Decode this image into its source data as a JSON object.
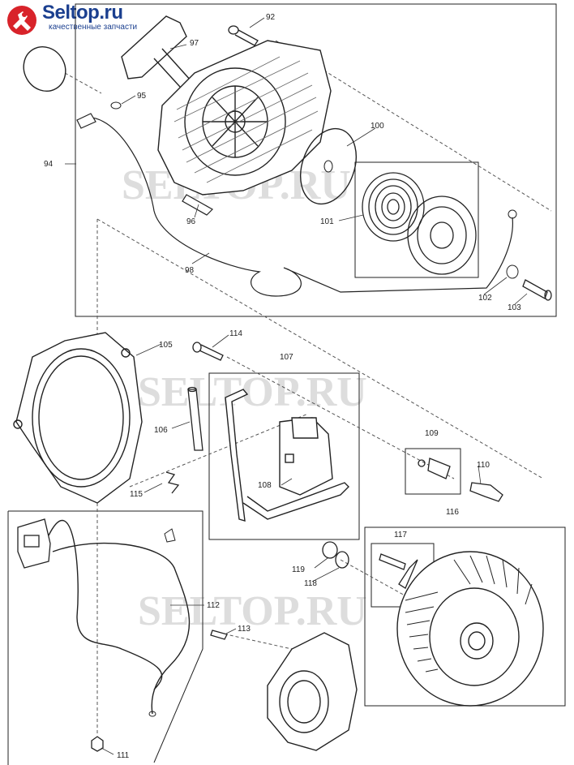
{
  "logo": {
    "name": "Seltop.ru",
    "tagline": "качественные запчасти"
  },
  "watermark": "SELTOP.RU",
  "labels": {
    "l92": "92",
    "l94": "94",
    "l95": "95",
    "l96": "96",
    "l97": "97",
    "l98": "98",
    "l100": "100",
    "l101": "101",
    "l102": "102",
    "l103": "103",
    "l105": "105",
    "l106": "106",
    "l107": "107",
    "l108": "108",
    "l109": "109",
    "l110": "110",
    "l111": "111",
    "l112": "112",
    "l113": "113",
    "l114": "114",
    "l115": "115",
    "l116": "116",
    "l117": "117",
    "l118": "118",
    "l119": "119"
  }
}
